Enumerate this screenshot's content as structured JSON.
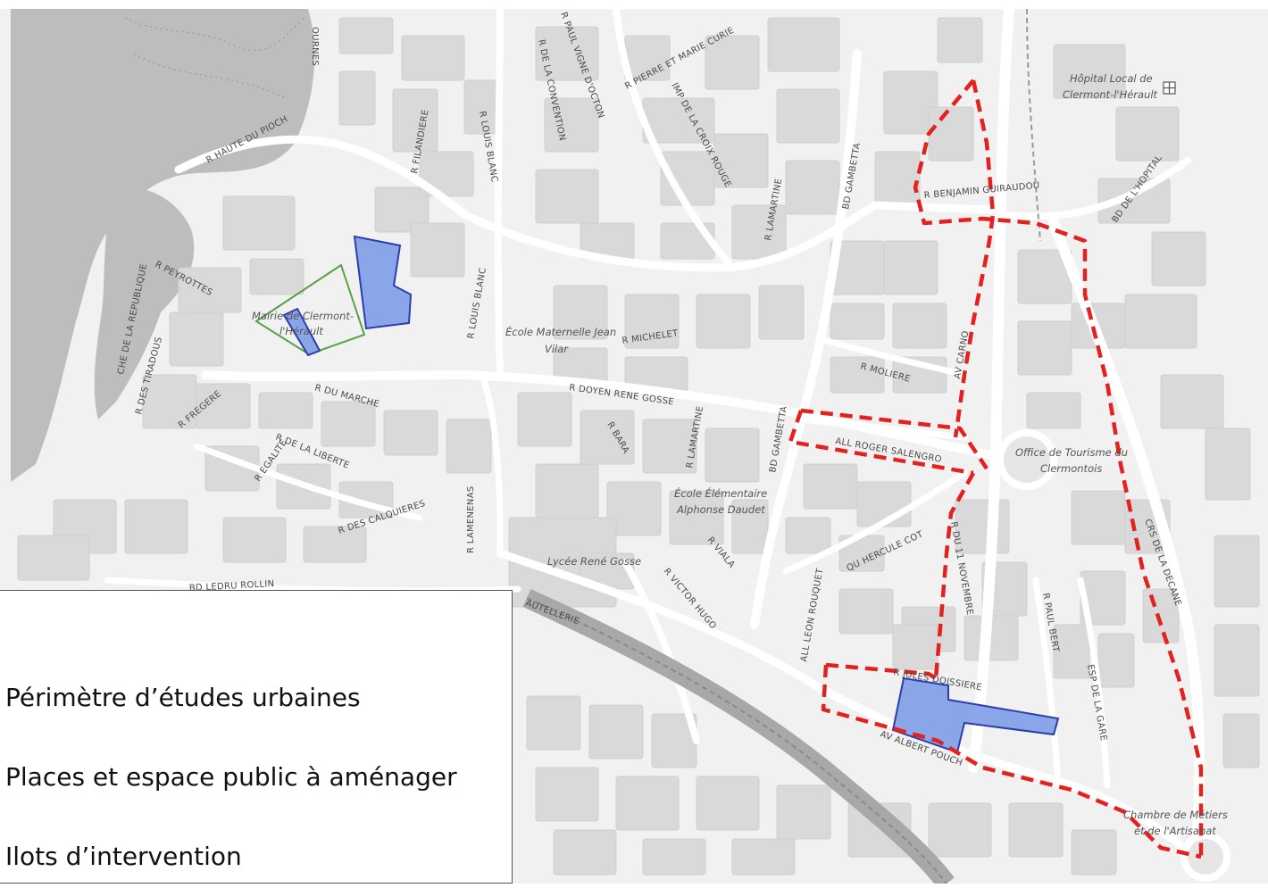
{
  "map": {
    "colors": {
      "background": "#f1f1f1",
      "water": "#bdbdbd",
      "block": "#d9d9d9",
      "road": "#ffffff",
      "perimeter": "#e3211f",
      "intervention_fill": "#7f9ce8",
      "intervention_stroke": "#2c3ea8",
      "public_space": "#5aa243"
    },
    "streets": [
      "R HAUTE DU PIOCH",
      "OURNES",
      "R FILANDIERE",
      "R LOUIS BLANC",
      "R LOUIS BLANC",
      "R DE LA CONVENTION",
      "R PAUL VIGNE D'OCTON",
      "R PIERRE ET MARIE CURIE",
      "IMP DE LA CROIX ROUGE",
      "R LAMARTINE",
      "BD GAMBETTA",
      "R BENJAMIN GUIRAUDOU",
      "BD DE L'HOPITAL",
      "R PEYROTTES",
      "CHE DE LA REPUBLIQUE",
      "R DES TIRADOUS",
      "R FREGERE",
      "R DU MARCHE",
      "R DE LA LIBERTE",
      "R EGALITE",
      "R DES CALQUIERES",
      "R MICHELET",
      "R DOYEN RENE GOSSE",
      "R BARA",
      "R LAMARTINE",
      "BD GAMBETTA",
      "R MOLIERE",
      "AV CARNO",
      "ALL ROGER SALENGRO",
      "R LAMENENAS",
      "R VIALA",
      "R VICTOR HUGO",
      "QU HERCULE COT",
      "R JULES DOISSIERE",
      "ALL LEON ROUQUET",
      "R PAUL BERT",
      "ESP DE LA GARE",
      "CRS DE LA DECANE",
      "BD LEDRU ROLLIN",
      "AV ALBERT POUCH",
      "AUTELLERIE",
      "R DU 11 NOVEMBRE"
    ],
    "pois": [
      "Hôpital Local de",
      "Clermont-l'Hérault",
      "Mairie de Clermont-",
      "l'Hérault",
      "École Maternelle Jean",
      "Vilar",
      "Office de Tourisme du",
      "Clermontois",
      "École Élémentaire",
      "Alphonse Daudet",
      "Lycée René Gosse",
      "Chambre de Métiers",
      "et de l'Artisanat"
    ]
  },
  "legend": {
    "items": [
      {
        "label": "Périmètre d’études urbaines"
      },
      {
        "label": "Places et espace public à aménager"
      },
      {
        "label": "Ilots d’intervention"
      }
    ]
  }
}
